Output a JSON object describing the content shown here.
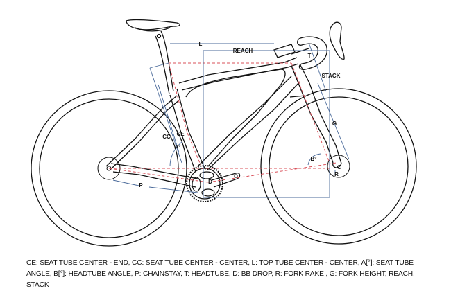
{
  "diagram": {
    "title": "Bicycle geometry diagram",
    "labels": {
      "L": "L",
      "REACH": "REACH",
      "STACK": "STACK",
      "T": "T",
      "G": "G",
      "CC": "CC",
      "CE": "CE",
      "A": "A°",
      "B": "B°",
      "P": "P",
      "D": "D",
      "R": "R"
    },
    "colors": {
      "frame": "#111111",
      "dimension_line": "#4a6a9a",
      "centerline_dashed": "#d9505a",
      "background": "#ffffff"
    }
  },
  "caption": {
    "text": "CE: SEAT TUBE CENTER - END, CC: SEAT TUBE CENTER - CENTER, L: TOP TUBE CENTER - CENTER, A[°]: SEAT TUBE ANGLE, B[°]: HEADTUBE ANGLE, P: CHAINSTAY, T: HEADTUBE, D: BB DROP, R: FORK RAKE , G: FORK HEIGHT, REACH, STACK"
  }
}
